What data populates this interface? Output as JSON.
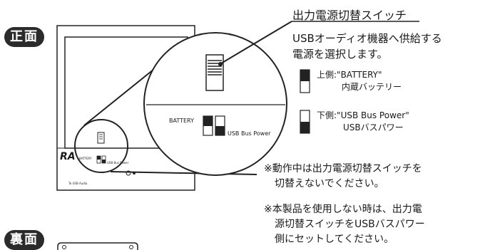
{
  "badges": {
    "front": "正面",
    "back": "裏面"
  },
  "callout": {
    "title": "出力電源切替スイッチ",
    "desc_line1": "USBオーディオ機器へ供給する",
    "desc_line2": "電源を選択します。"
  },
  "legend": {
    "upper_line1": "上側:\"BATTERY\"",
    "upper_line2": "内蔵バッテリー",
    "lower_line1": "下側:\"USB Bus Power\"",
    "lower_line2": "USBバスパワー"
  },
  "zoom_labels": {
    "battery": "BATTERY",
    "usb": "USB Bus Power"
  },
  "device_labels": {
    "logo": "RA",
    "battery_small": "BATTERY",
    "usb_small": "USB Bus Power",
    "port_small": "To USB Audio"
  },
  "notes": {
    "note1_line1": "※動作中は出力電源切替スイッチを",
    "note1_line2": "切替えないでください。",
    "note2_line1": "※本製品を使用しない時は、出力電",
    "note2_line2": "源切替スイッチをUSBバスパワー",
    "note2_line3": "側にセットしてください。"
  }
}
